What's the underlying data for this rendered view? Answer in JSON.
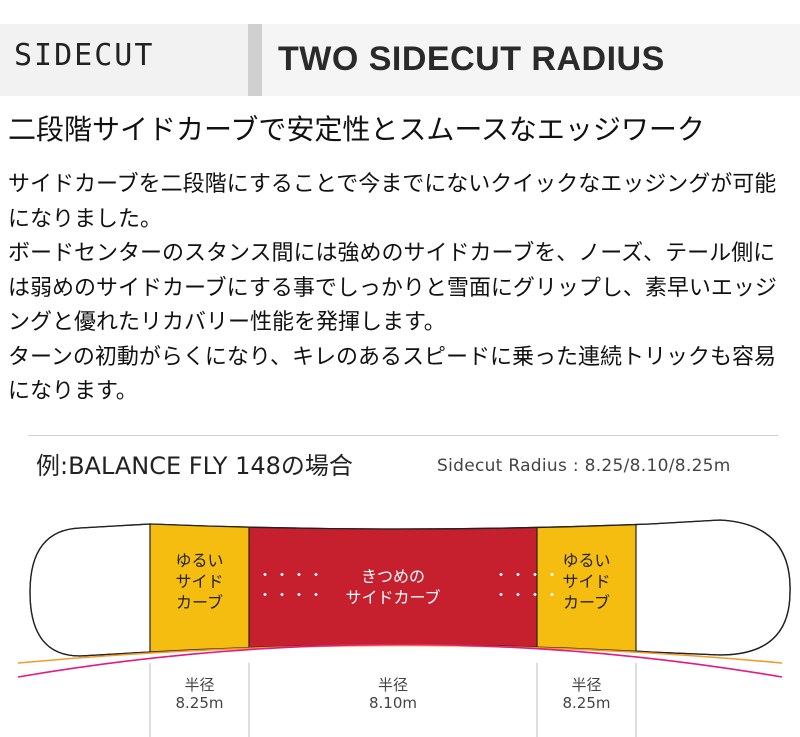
{
  "header": {
    "left_label": "SIDECUT",
    "right_label": "TWO SIDECUT RADIUS"
  },
  "headline": "二段階サイドカーブで安定性とスムースなエッジワーク",
  "body": {
    "paragraphs": [
      "サイドカーブを二段階にすることで今までにないクイックなエッジングが可能になりました。",
      "ボードセンターのスタンス間には強めのサイドカーブを、ノーズ、テール側には弱めのサイドカーブにする事でしっかりと雪面にグリップし、素早いエッジングと優れたリカバリー性能を発揮します。",
      "ターンの初動がらくになり、キレのあるスピードに乗った連続トリックも容易になります。"
    ]
  },
  "example": {
    "title": "例:BALANCE FLY 148の場合",
    "radius": "Sidecut Radius : 8.25/8.10/8.25m"
  },
  "diagram": {
    "left_zone": {
      "line1": "ゆるい",
      "line2": "サイド",
      "line3": "カーブ"
    },
    "center_zone": {
      "line1": "きつめの",
      "line2": "サイドカーブ"
    },
    "right_zone": {
      "line1": "ゆるい",
      "line2": "サイド",
      "line3": "カーブ"
    },
    "dots": "・・・・",
    "radius_labels": [
      {
        "label": "半径",
        "value": "8.25m"
      },
      {
        "label": "半径",
        "value": "8.10m"
      },
      {
        "label": "半径",
        "value": "8.25m"
      }
    ],
    "colors": {
      "soft_zone": "#f5bd0f",
      "tight_zone": "#c6202f",
      "outline": "#222222",
      "soft_curve": "#f39a2a",
      "tight_curve": "#e5197f",
      "divider": "#bbbbbb"
    }
  }
}
